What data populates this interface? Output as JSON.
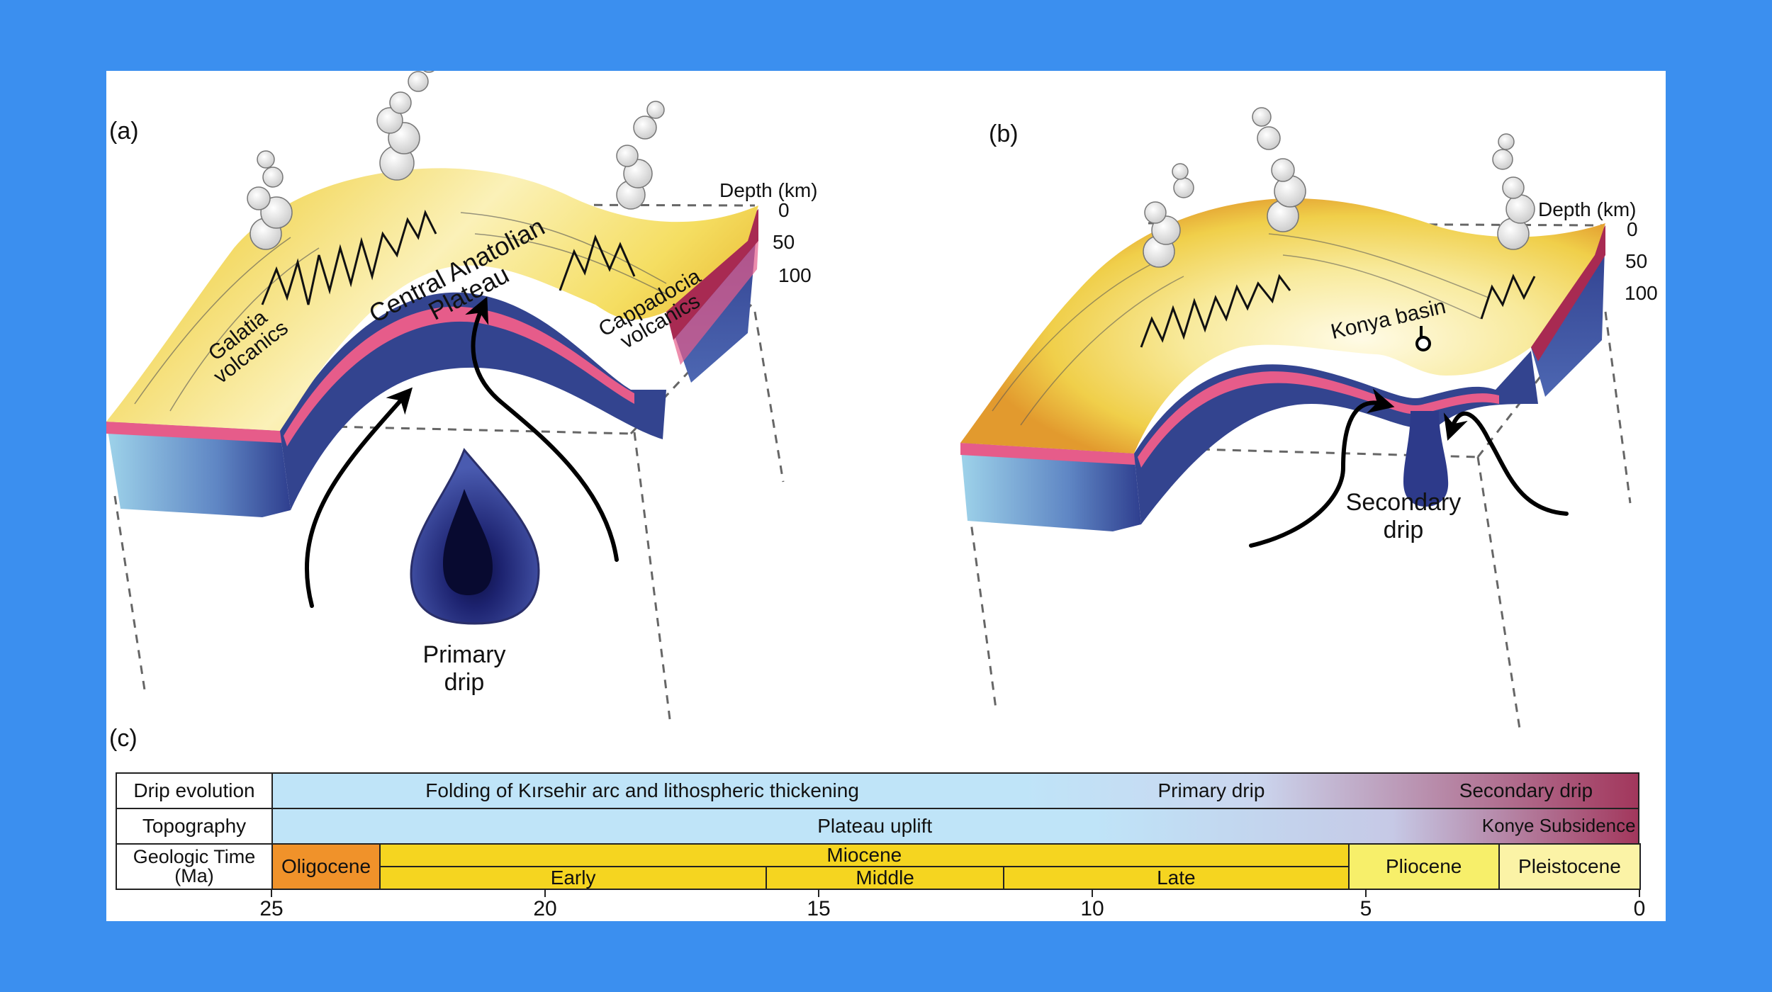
{
  "panels": {
    "a": {
      "letter": "(a)",
      "depth_title": "Depth (km)",
      "depth_ticks": [
        "0",
        "50",
        "100"
      ],
      "labels": {
        "galatia": "Galatia\nvolcanics",
        "plateau": "Central Anatolian\nPlateau",
        "cappadocia": "Cappadocia\nvolcanics",
        "drip": "Primary drip"
      }
    },
    "b": {
      "letter": "(b)",
      "depth_title": "Depth (km)",
      "depth_ticks": [
        "0",
        "50",
        "100"
      ],
      "labels": {
        "basin": "Konya basin",
        "drip": "Secondary drip"
      }
    },
    "c": {
      "letter": "(c)"
    }
  },
  "timeline": {
    "rows": [
      {
        "header": "Drip evolution",
        "bands": [
          {
            "text": "Folding of Kırsehir arc and lithospheric thickening",
            "from": 25,
            "to": 11.5
          },
          {
            "text": "Primary drip",
            "from": 11.5,
            "to": 4.2
          },
          {
            "text": "Secondary drip",
            "from": 4.2,
            "to": 0
          }
        ]
      },
      {
        "header": "Topography",
        "bands": [
          {
            "text": "Plateau uplift",
            "from": 25,
            "to": 3.0
          },
          {
            "text": "Konye Subsidence",
            "from": 3.0,
            "to": 0
          }
        ]
      }
    ],
    "geologic_header": "Geologic Time (Ma)",
    "epochs": [
      {
        "name": "Oligocene",
        "from": 25,
        "to": 23.03,
        "color": "#f0922a"
      },
      {
        "name": "Miocene",
        "from": 23.03,
        "to": 5.33,
        "color": "#f5d520"
      },
      {
        "name": "Pliocene",
        "from": 5.33,
        "to": 2.58,
        "color": "#f7ef6a"
      },
      {
        "name": "Pleistocene",
        "from": 2.58,
        "to": 0,
        "color": "#fbf3a6"
      }
    ],
    "miocene_subdivisions": [
      {
        "name": "Early",
        "from": 23.03,
        "to": 15.97
      },
      {
        "name": "Middle",
        "from": 15.97,
        "to": 11.63
      },
      {
        "name": "Late",
        "from": 11.63,
        "to": 5.33
      }
    ],
    "axis_ticks": [
      "25",
      "20",
      "15",
      "10",
      "5",
      "0"
    ],
    "axis_range": [
      25,
      0
    ]
  },
  "colors": {
    "surface_yellow": "#f3dc5a",
    "surface_orange": "#e3a030",
    "crust_pink": "#e65c8a",
    "lithosphere_crimson": "#a82a52",
    "mantle_navy": "#33448f",
    "light_blue": "#a9d8ee",
    "timeline_blue": "#bfe4f8",
    "timeline_crimson": "#a2375c"
  }
}
